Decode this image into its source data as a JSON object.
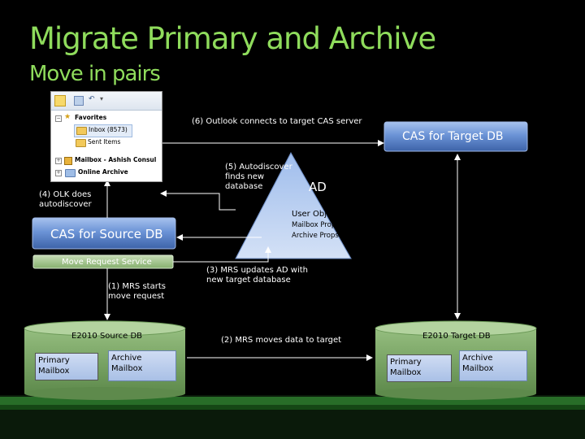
{
  "slide": {
    "title": "Migrate Primary and Archive",
    "subtitle": "Move in pairs"
  },
  "outlook_pane": {
    "items": [
      {
        "label": "Favorites",
        "icon": "star-icon"
      },
      {
        "label": "Inbox (8573)",
        "icon": "folder-icon"
      },
      {
        "label": "Sent Items",
        "icon": "folder-icon"
      },
      {
        "label": "Mailbox - Ashish Consul",
        "icon": "mailbox-icon"
      },
      {
        "label": "Online Archive",
        "icon": "archive-folder-icon"
      }
    ]
  },
  "steps": {
    "step1": "(1) MRS starts\nmove request",
    "step2": "(2) MRS moves data to target",
    "step3": "(3) MRS updates AD with\nnew target database",
    "step4": "(4) OLK does\nautodiscover",
    "step5": "(5) Autodiscover\nfinds new\ndatabase",
    "step6": "(6) Outlook connects to target CAS server"
  },
  "components": {
    "cas_target": "CAS for Target DB",
    "cas_source": "CAS for Source DB",
    "move_request_service": "Move Request Service",
    "ad": "AD",
    "user_object": "User Object",
    "mailbox_props": "Mailbox Props",
    "archive_props": "Archive Props"
  },
  "databases": {
    "source": {
      "title": "E2010 Source DB",
      "primary": "Primary\nMailbox",
      "archive": "Archive\nMailbox"
    },
    "target": {
      "title": "E2010 Target DB",
      "primary": "Primary\nMailbox",
      "archive": "Archive\nMailbox"
    }
  },
  "colors": {
    "title_green": "#8fdc5c",
    "box_blue": "#5b86cf",
    "cylinder_green": "#7fa86a",
    "mailbox_blue": "#b7cbec"
  }
}
